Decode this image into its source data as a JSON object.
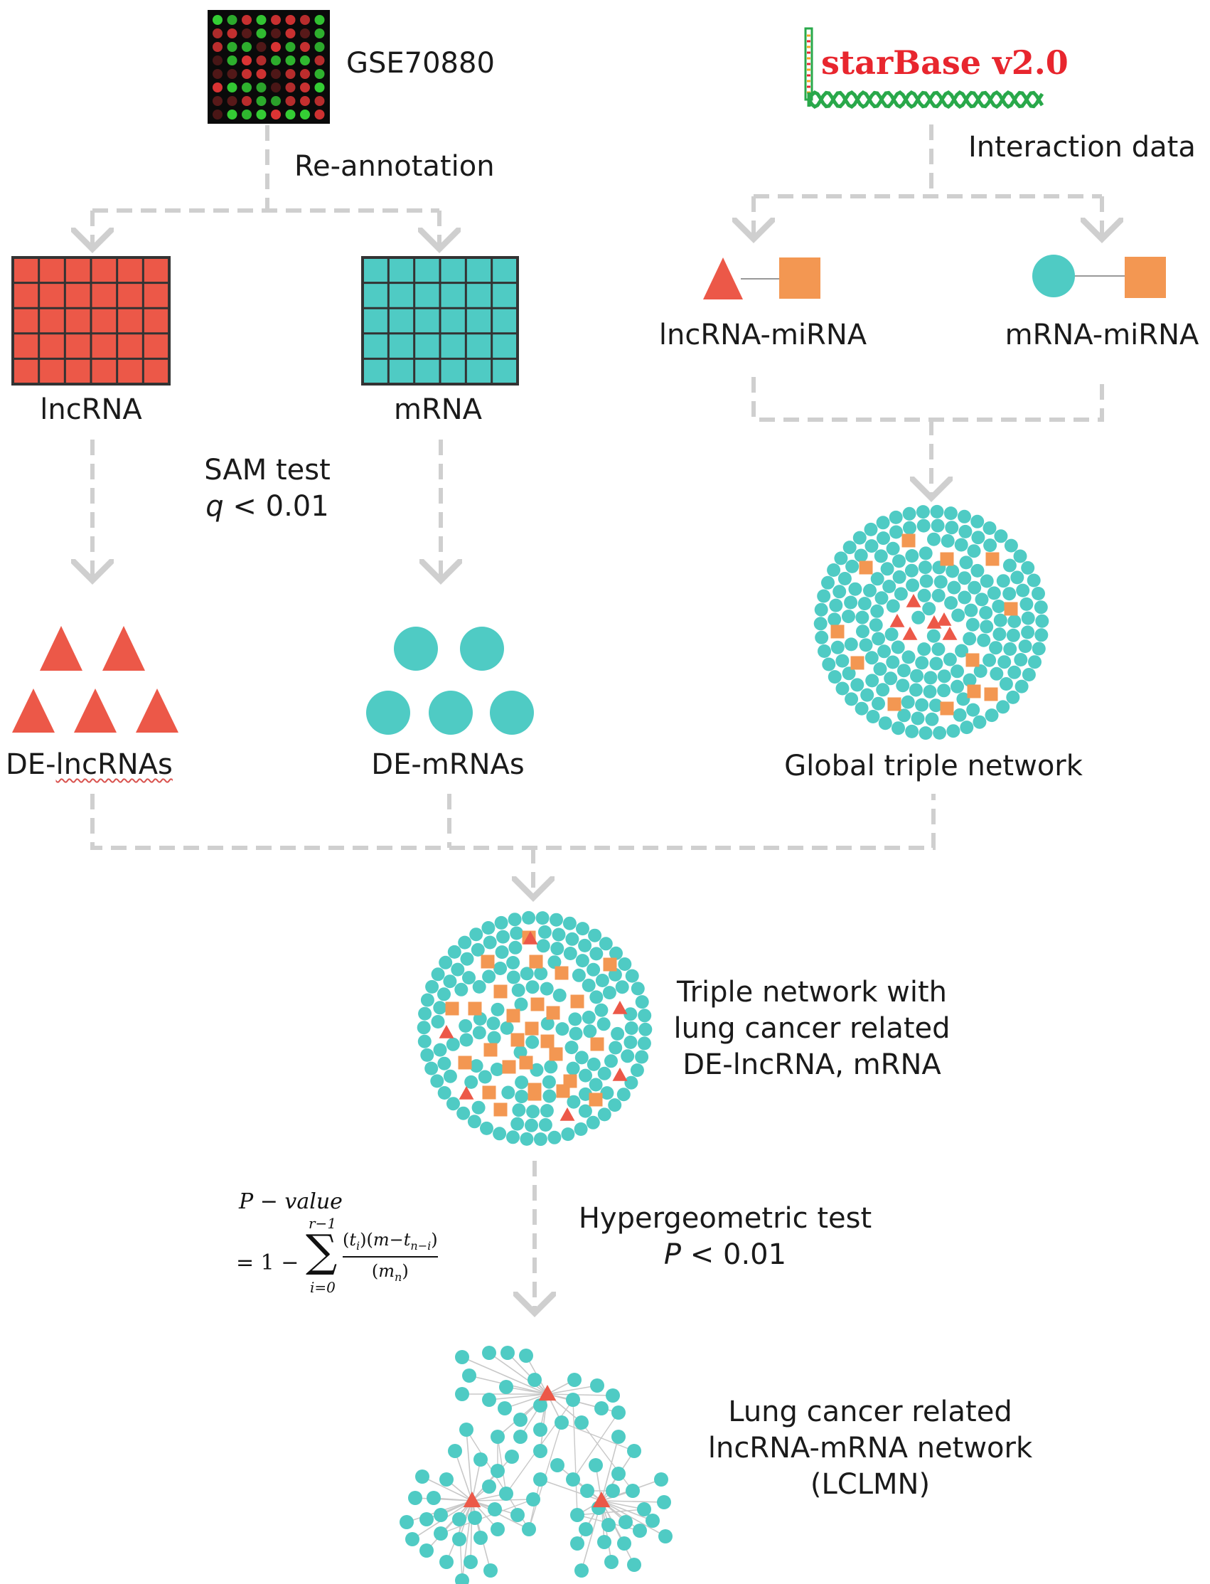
{
  "colors": {
    "lncrna": "#ec5848",
    "mrna": "#4fcbc4",
    "mirna": "#f39752",
    "arrow": "#cfcfcf",
    "grid_border": "#333333",
    "microarray_green": "#35d135",
    "microarray_red": "#e03535",
    "starbase_red": "#e8262e",
    "starbase_green": "#29a84a",
    "edge": "#c8c8c8"
  },
  "icons": {
    "microarray": "microarray-chip-icon",
    "starbase": "starbase-rna-logo",
    "lncrna": "red-triangle",
    "mrna": "teal-circle",
    "mirna": "orange-square"
  },
  "labels": {
    "dataset": "GSE70880",
    "reannotation": "Re-annotation",
    "lncrna": "lncRNA",
    "mrna": "mRNA",
    "sam_test": "SAM test",
    "sam_q": "q",
    "sam_threshold": " < 0.01",
    "de_lncrnas_prefix": "DE-",
    "de_lncrnas_word": "lncRNAs",
    "de_mrnas": "DE-mRNAs",
    "interaction_data": "Interaction data",
    "lncrna_mirna": "lncRNA-miRNA",
    "mrna_mirna": "mRNA-miRNA",
    "global_network": "Global triple network",
    "triple_network": [
      "Triple network with",
      "lung cancer related",
      "DE-lncRNA, mRNA"
    ],
    "hypergeometric": "Hypergeometric test",
    "p_var": "P",
    "p_threshold": " < 0.01",
    "lclmn": [
      "Lung cancer related",
      "lncRNA-mRNA network",
      "(LCLMN)"
    ]
  },
  "logo": {
    "starbase": "starBase v2.0"
  },
  "formula": {
    "lhs": "P − value",
    "eq": "= 1 −",
    "sum_top": "r−1",
    "sum_bottom": "i=0",
    "binom1_top": "t",
    "binom1_bottom": "i",
    "binom2_top": "m−t",
    "binom2_bottom": "n−i",
    "binom3_top": "m",
    "binom3_bottom": "n"
  }
}
